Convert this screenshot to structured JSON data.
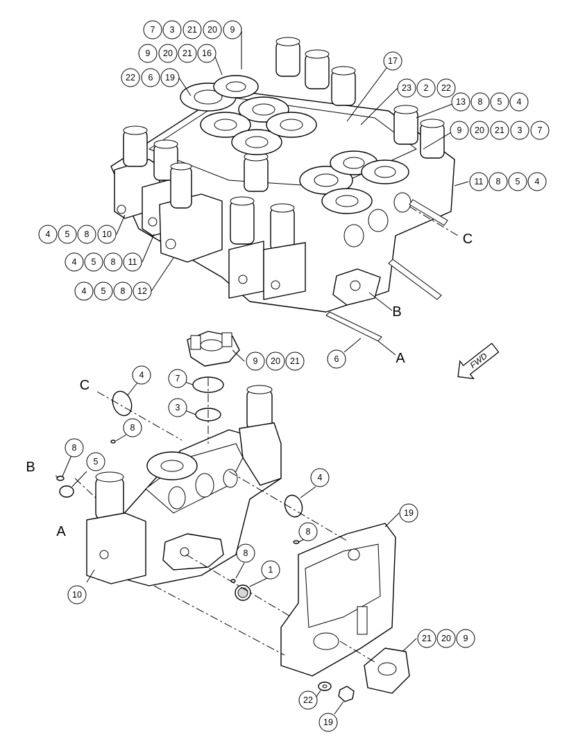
{
  "upper_assembly": {
    "callouts": [
      {
        "numbers": [
          "7",
          "3",
          "21",
          "20",
          "9"
        ]
      },
      {
        "numbers": [
          "9",
          "20",
          "21",
          "16"
        ]
      },
      {
        "numbers": [
          "22",
          "6",
          "19"
        ]
      },
      {
        "numbers": [
          "17"
        ]
      },
      {
        "numbers": [
          "23",
          "2",
          "22"
        ]
      },
      {
        "numbers": [
          "13",
          "8",
          "5",
          "4"
        ]
      },
      {
        "numbers": [
          "9",
          "20",
          "21",
          "3",
          "7"
        ]
      },
      {
        "numbers": [
          "11",
          "8",
          "5",
          "4"
        ]
      },
      {
        "numbers": [
          "4",
          "5",
          "8",
          "10"
        ]
      },
      {
        "numbers": [
          "4",
          "5",
          "8",
          "11"
        ]
      },
      {
        "numbers": [
          "4",
          "5",
          "8",
          "12"
        ]
      },
      {
        "numbers": [
          "6"
        ]
      }
    ],
    "letters": [
      "C",
      "B",
      "A"
    ]
  },
  "lower_assembly": {
    "callouts": [
      {
        "numbers": [
          "9",
          "20",
          "21"
        ]
      },
      {
        "numbers": [
          "4"
        ]
      },
      {
        "numbers": [
          "7"
        ]
      },
      {
        "numbers": [
          "3"
        ]
      },
      {
        "numbers": [
          "8"
        ]
      },
      {
        "numbers": [
          "8"
        ]
      },
      {
        "numbers": [
          "5"
        ]
      },
      {
        "numbers": [
          "4"
        ]
      },
      {
        "numbers": [
          "19"
        ]
      },
      {
        "numbers": [
          "8"
        ]
      },
      {
        "numbers": [
          "8"
        ]
      },
      {
        "numbers": [
          "1"
        ]
      },
      {
        "numbers": [
          "10"
        ]
      },
      {
        "numbers": [
          "21",
          "20",
          "9"
        ]
      },
      {
        "numbers": [
          "22"
        ]
      },
      {
        "numbers": [
          "19"
        ]
      }
    ],
    "letters": [
      "C",
      "B",
      "A"
    ]
  },
  "fwd_arrow": {
    "label": "FWD"
  }
}
